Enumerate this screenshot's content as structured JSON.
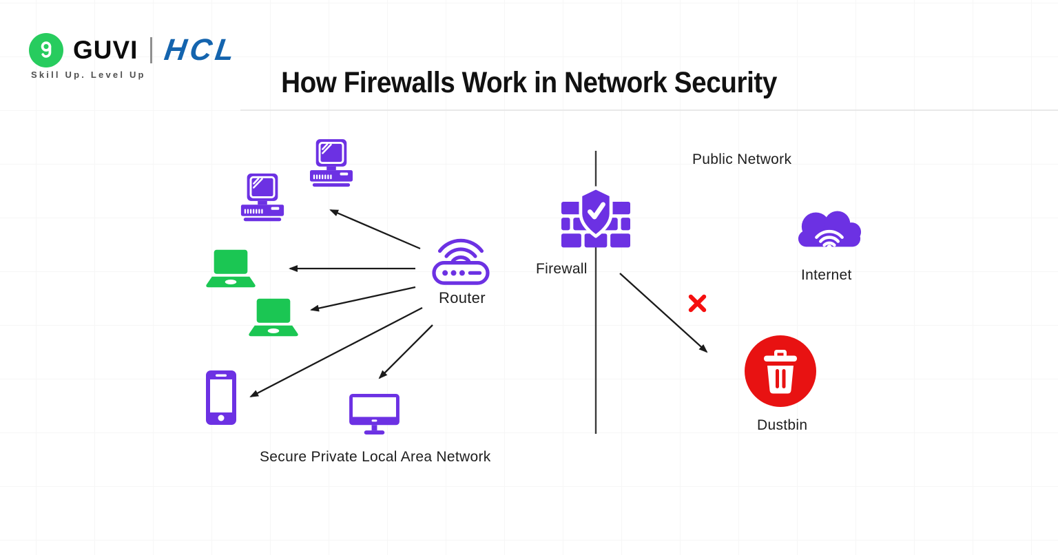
{
  "brand": {
    "guvi": "GUVI",
    "tagline": "Skill Up. Level Up",
    "hcl": "HCL"
  },
  "title": "How Firewalls Work in Network Security",
  "labels": {
    "public_network": "Public Network",
    "router": "Router",
    "firewall": "Firewall",
    "internet": "Internet",
    "dustbin": "Dustbin",
    "lan": "Secure Private Local Area Network"
  },
  "icons": {
    "guvi_logo": "g-chain-icon",
    "desktops": "crt-computer-icon",
    "laptops": "laptop-icon",
    "phone": "smartphone-icon",
    "monitor": "flat-monitor-icon",
    "router": "wifi-router-icon",
    "firewall": "brick-wall-shield-check-icon",
    "internet": "cloud-wifi-icon",
    "dustbin": "trash-bin-icon",
    "blocked": "red-x-icon"
  },
  "colors": {
    "purple": "#6C31E3",
    "green": "#1BC653",
    "x_red": "#F50F0F",
    "bin_red": "#E81212",
    "guvi_green": "#27CC5E",
    "hcl_blue": "#1464AE",
    "ink": "#111111",
    "label": "#1D1D1D",
    "tagline_gray": "#4F4F4F",
    "arrow": "#1A1A1A",
    "divider": "#3A3A3A",
    "rule": "#E8E8E8",
    "grid": "#F6F6F6"
  }
}
